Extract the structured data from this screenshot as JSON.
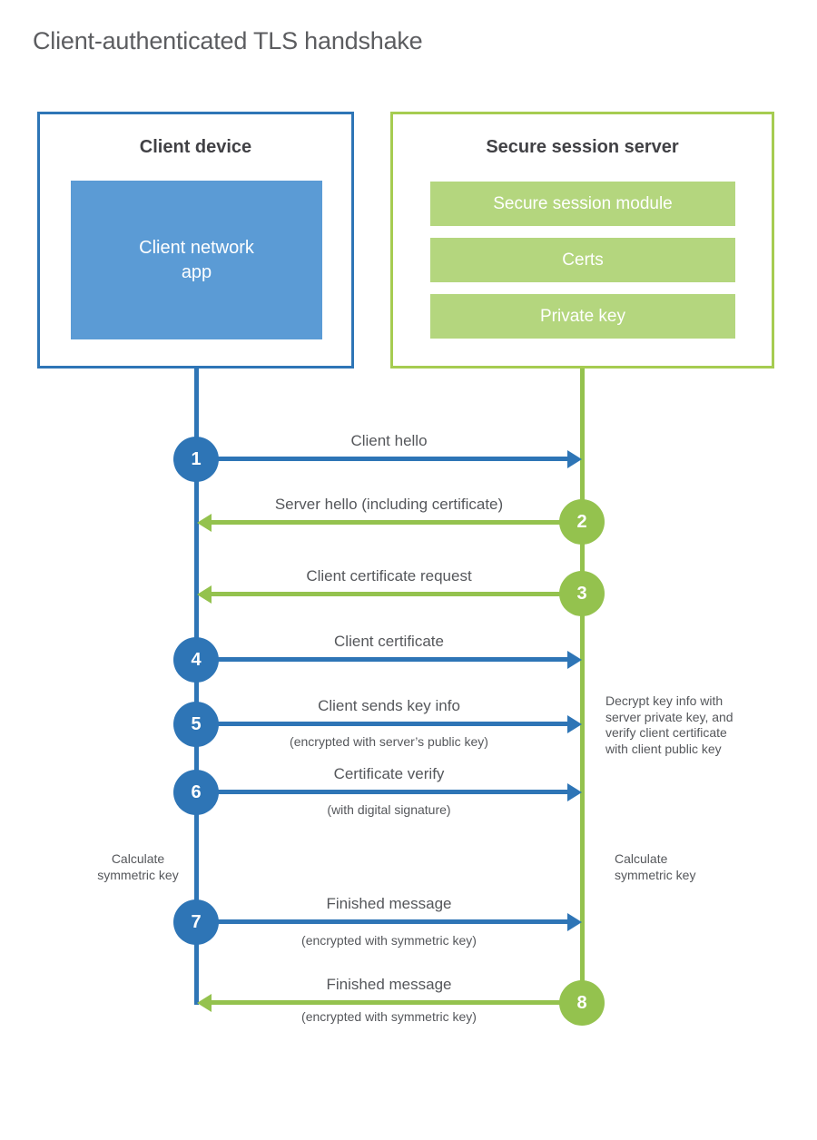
{
  "title": "Client-authenticated TLS handshake",
  "client": {
    "title": "Client device",
    "app": "Client network\napp"
  },
  "server": {
    "title": "Secure session server",
    "modules": [
      "Secure session module",
      "Certs",
      "Private key"
    ]
  },
  "steps": [
    {
      "number": "1",
      "label": "Client hello"
    },
    {
      "number": "2",
      "label": "Server hello (including certificate)"
    },
    {
      "number": "3",
      "label": "Client certificate request"
    },
    {
      "number": "4",
      "label": "Client certificate"
    },
    {
      "number": "5",
      "label": "Client sends key info",
      "sublabel": "(encrypted with server’s public key)"
    },
    {
      "number": "6",
      "label": "Certificate verify",
      "sublabel": "(with digital signature)"
    },
    {
      "number": "7",
      "label": "Finished message",
      "sublabel": "(encrypted with symmetric key)"
    },
    {
      "number": "8",
      "label": "Finished message",
      "sublabel": "(encrypted with symmetric key)"
    }
  ],
  "notes": {
    "decrypt_note": "Decrypt key info with\nserver private key, and\nverify client certificate\nwith client public key",
    "calculate_left": "Calculate\nsymmetric key",
    "calculate_right": "Calculate\nsymmetric key"
  },
  "colors": {
    "blue": "#2e75b6",
    "blue_light": "#5b9bd5",
    "green": "#94c24e",
    "green_light": "#b4d67e",
    "green_border": "#a6cc51",
    "heading_text": "#414145",
    "label_text": "#55575b"
  }
}
